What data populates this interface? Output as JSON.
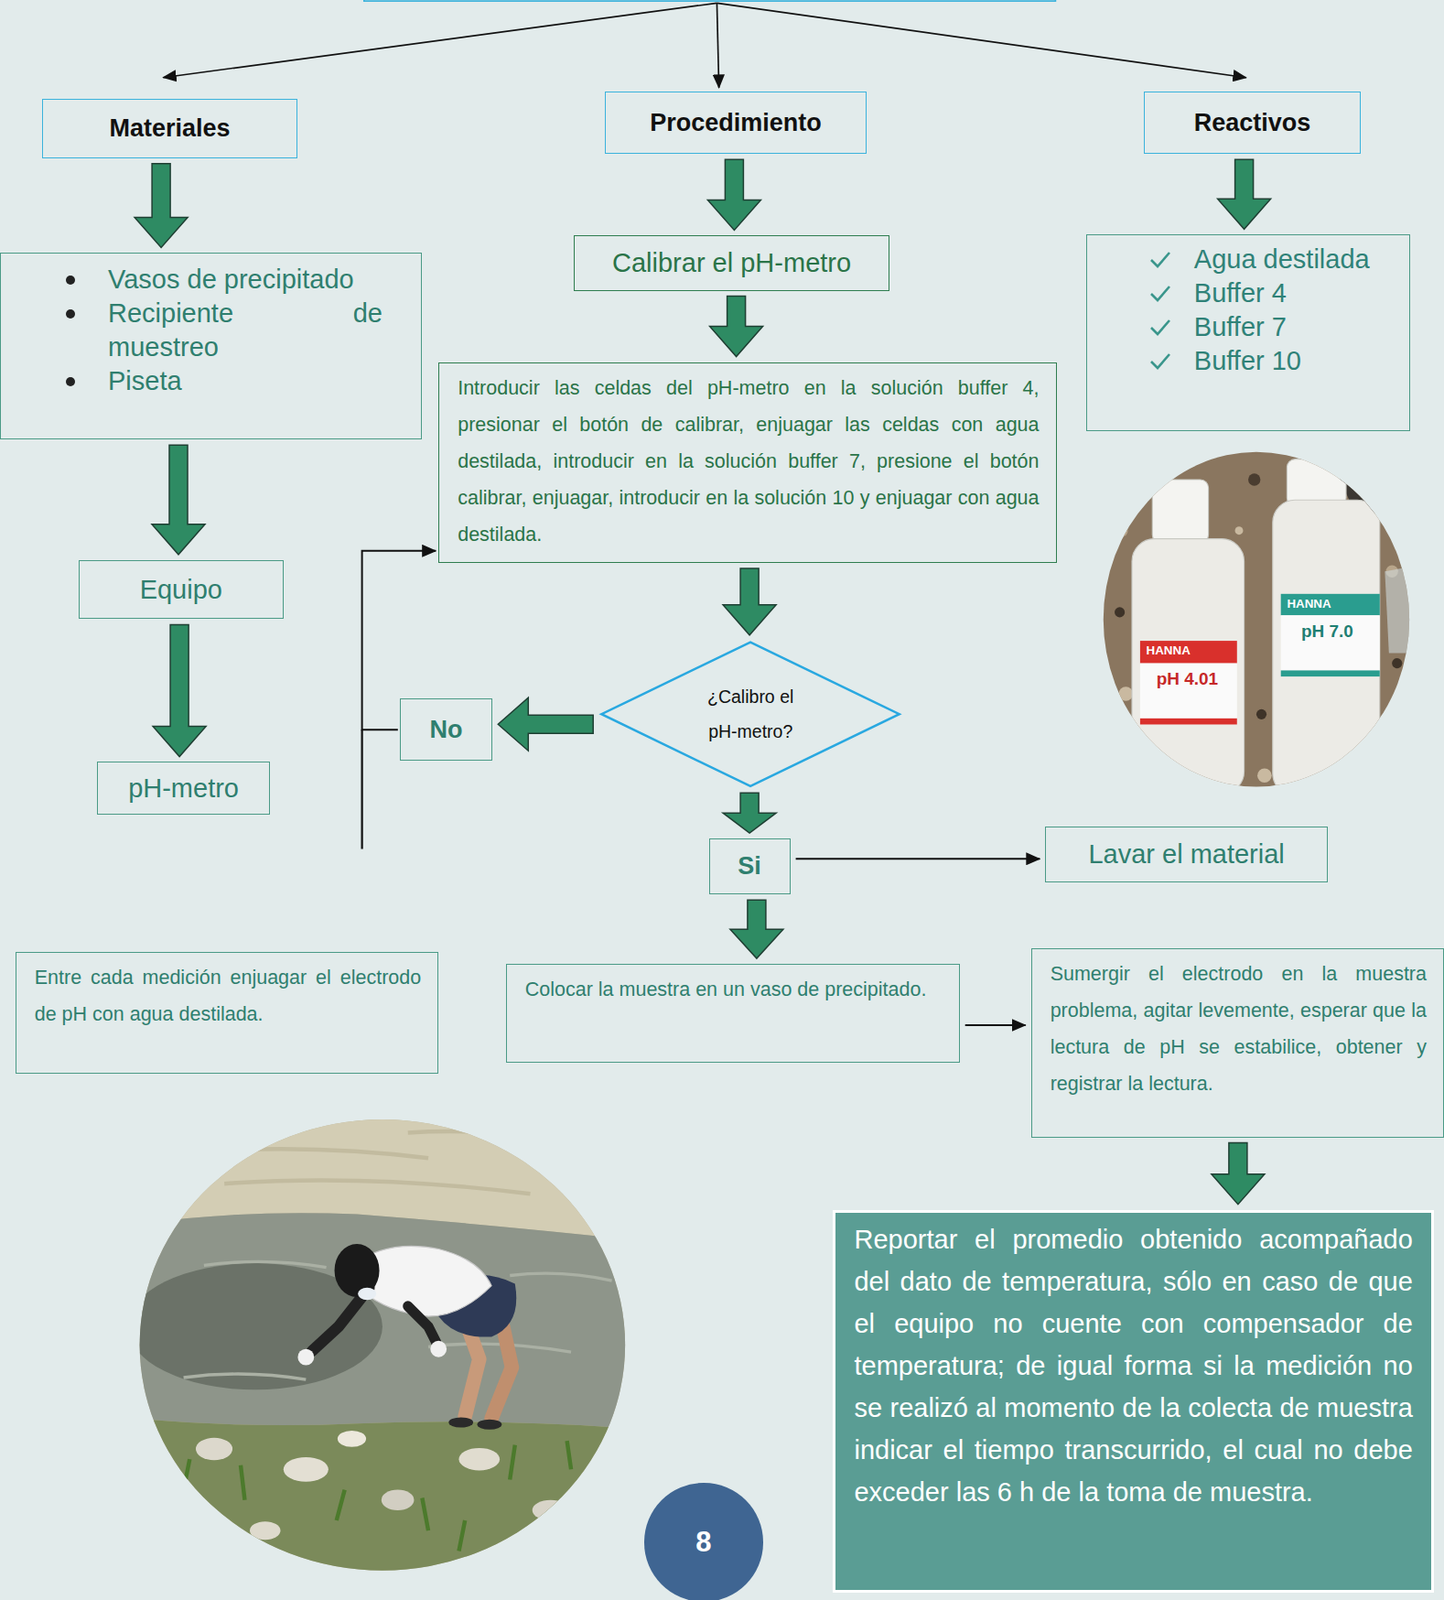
{
  "diagram": {
    "nodes": [
      {
        "text": [
          "Materiales"
        ]
      },
      {
        "text": [
          "Procedimiento"
        ]
      },
      {
        "text": [
          "Reactivos"
        ]
      },
      {
        "text": [
          "Vasos de precipitado",
          "Recipiente de muestreo",
          "Piseta"
        ]
      },
      {
        "text": [
          "Calibrar el pH-metro"
        ]
      },
      {
        "text": [
          "Agua destilada",
          "Buffer 4",
          "Buffer 7",
          "Buffer 10"
        ]
      },
      {
        "text": [
          "Introducir las celdas del pH-metro en la solución buffer 4, presionar el botón de calibrar, enjuagar las celdas con agua destilada, introducir en la solución buffer 7, presione el botón calibrar, enjuagar, introducir en la solución 10 y enjuagar con agua destilada."
        ]
      },
      {
        "text": [
          "Equipo"
        ]
      },
      {
        "text": [
          "¿Calibro el pH-metro?"
        ]
      },
      {
        "text": [
          "No"
        ]
      },
      {
        "text": [
          "pH-metro"
        ]
      },
      {
        "text": [
          "Si"
        ]
      },
      {
        "text": [
          "Lavar el material"
        ]
      },
      {
        "text": [
          "Entre cada medición enjuagar el electrodo de pH con agua destilada."
        ]
      },
      {
        "text": [
          "Colocar la muestra en un vaso de precipitado."
        ]
      },
      {
        "text": [
          "Sumergir el electrodo en la muestra problema, agitar levemente, esperar que la lectura de pH se estabilice, obtener y registrar la lectura."
        ]
      },
      {
        "text": [
          "Reportar el promedio obtenido acompañado del dato de temperatura, sólo en caso de que el equipo no cuente con compensador de temperatura; de igual forma si la medición no se realizó al momento de la colecta de muestra indicar el tiempo transcurrido, el cual no debe exceder las 6 h de la toma de muestra."
        ]
      },
      {
        "text": [
          "8"
        ]
      }
    ],
    "edges": [
      {
        "from": 0,
        "to": 3,
        "arrow": "to"
      },
      {
        "from": 3,
        "to": 7,
        "arrow": "to"
      },
      {
        "from": 7,
        "to": 10,
        "arrow": "to"
      },
      {
        "from": 1,
        "to": 4,
        "arrow": "to"
      },
      {
        "from": 4,
        "to": 6,
        "arrow": "to"
      },
      {
        "from": 2,
        "to": 5,
        "arrow": "to"
      },
      {
        "from": 6,
        "to": 8,
        "arrow": "to"
      },
      {
        "from": 8,
        "to": 9,
        "arrow": "to"
      },
      {
        "from": 8,
        "to": 11,
        "arrow": "to"
      },
      {
        "from": 11,
        "to": 12,
        "arrow": "to"
      },
      {
        "from": 11,
        "to": 14,
        "arrow": "to"
      },
      {
        "from": 14,
        "to": 15,
        "arrow": "to"
      },
      {
        "from": 15,
        "to": 16,
        "arrow": "to"
      },
      {
        "from": 9,
        "to": 6,
        "arrow": "to"
      }
    ],
    "labels": [
      "HANNA",
      "pH 4.01",
      "HANNA",
      "pH 7.0"
    ]
  }
}
